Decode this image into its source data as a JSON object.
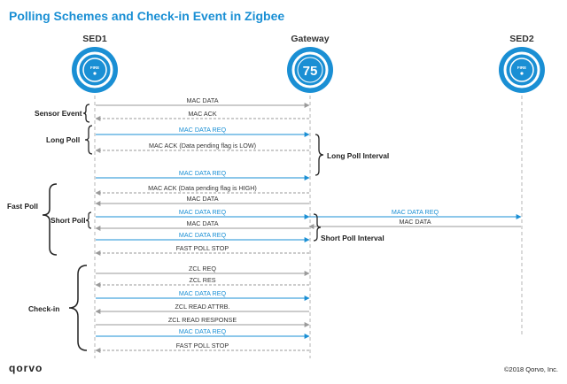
{
  "title": "Polling Schemes and Check-in Event in Zigbee",
  "nodes": [
    {
      "name": "SED1",
      "badge": "FIRE"
    },
    {
      "name": "Gateway",
      "badge": "75"
    },
    {
      "name": "SED2",
      "badge": "FIRE"
    }
  ],
  "messages": [
    {
      "text": "MAC DATA",
      "from": "SED1",
      "to": "Gateway",
      "color": "gray",
      "style": "solid"
    },
    {
      "text": "MAC ACK",
      "from": "Gateway",
      "to": "SED1",
      "color": "gray",
      "style": "dashed"
    },
    {
      "text": "MAC DATA REQ",
      "from": "SED1",
      "to": "Gateway",
      "color": "blue",
      "style": "solid"
    },
    {
      "text": "MAC ACK (Data pending flag is LOW)",
      "from": "Gateway",
      "to": "SED1",
      "color": "gray",
      "style": "dashed"
    },
    {
      "text": "MAC DATA REQ",
      "from": "SED1",
      "to": "Gateway",
      "color": "blue",
      "style": "solid"
    },
    {
      "text": "MAC ACK (Data pending flag is HIGH)",
      "from": "Gateway",
      "to": "SED1",
      "color": "gray",
      "style": "dashed"
    },
    {
      "text": "MAC DATA",
      "from": "Gateway",
      "to": "SED1",
      "color": "gray",
      "style": "solid"
    },
    {
      "text": "MAC DATA REQ",
      "from": "SED1",
      "to": "Gateway",
      "color": "blue",
      "style": "solid"
    },
    {
      "text": "MAC DATA REQ",
      "from": "Gateway",
      "to": "SED2",
      "color": "blue",
      "style": "solid"
    },
    {
      "text": "MAC DATA",
      "from": "SED2",
      "to": "Gateway",
      "color": "gray",
      "style": "solid"
    },
    {
      "text": "MAC DATA",
      "from": "Gateway",
      "to": "SED1",
      "color": "gray",
      "style": "solid"
    },
    {
      "text": "MAC DATA REQ",
      "from": "SED1",
      "to": "Gateway",
      "color": "blue",
      "style": "solid"
    },
    {
      "text": "FAST POLL STOP",
      "from": "Gateway",
      "to": "SED1",
      "color": "gray",
      "style": "dashed"
    },
    {
      "text": "ZCL REQ",
      "from": "SED1",
      "to": "Gateway",
      "color": "gray",
      "style": "solid"
    },
    {
      "text": "ZCL RES",
      "from": "Gateway",
      "to": "SED1",
      "color": "gray",
      "style": "dashed"
    },
    {
      "text": "MAC DATA REQ",
      "from": "SED1",
      "to": "Gateway",
      "color": "blue",
      "style": "solid"
    },
    {
      "text": "ZCL READ ATTRB.",
      "from": "Gateway",
      "to": "SED1",
      "color": "gray",
      "style": "solid"
    },
    {
      "text": "ZCL READ RESPONSE",
      "from": "SED1",
      "to": "Gateway",
      "color": "gray",
      "style": "solid"
    },
    {
      "text": "MAC DATA REQ",
      "from": "SED1",
      "to": "Gateway",
      "color": "blue",
      "style": "solid"
    },
    {
      "text": "FAST POLL STOP",
      "from": "Gateway",
      "to": "SED1",
      "color": "gray",
      "style": "dashed"
    }
  ],
  "left_labels": {
    "sensor_event": "Sensor Event",
    "long_poll": "Long Poll",
    "fast_poll": "Fast Poll",
    "short_poll": "Short Poll",
    "check_in": "Check-in"
  },
  "right_labels": {
    "long_poll_interval": "Long Poll Interval",
    "short_poll_interval": "Short Poll Interval"
  },
  "footer": {
    "logo": "qorvo",
    "copyright": "©2018 Qorvo, Inc."
  },
  "colors": {
    "blue": "#1a8fd4",
    "gray": "#9a9a9a",
    "title": "#1a8fd4"
  }
}
